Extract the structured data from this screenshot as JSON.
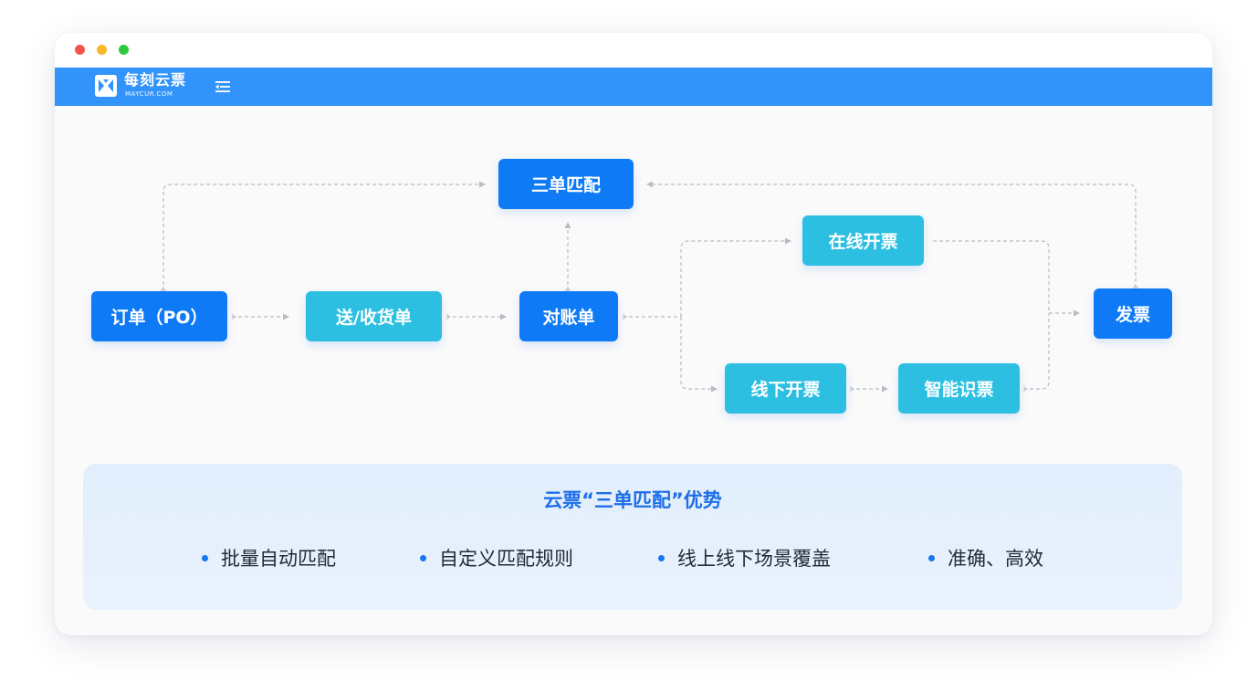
{
  "window": {
    "controls": [
      "close",
      "minimize",
      "maximize"
    ]
  },
  "app": {
    "brand": "每刻云票",
    "brand_sub": "MAYCUR.COM",
    "logo_icon": "maycur-logo-icon",
    "menu_icon": "menu-collapse-icon",
    "accent_color": "#3294fa"
  },
  "flow": {
    "nodes": {
      "three_way_match": "三单匹配",
      "order": "订单（PO）",
      "delivery": "送/收货单",
      "reconciliation": "对账单",
      "online_invoice": "在线开票",
      "offline_invoice": "线下开票",
      "smart_recognition": "智能识票",
      "invoice": "发票"
    },
    "colors": {
      "primary": "#0e7af6",
      "secondary": "#2cbfe1",
      "connector": "#b8bcc4"
    }
  },
  "advantages": {
    "title": "云票“三单匹配”优势",
    "items": [
      "批量自动匹配",
      "自定义匹配规则",
      "线上线下场景覆盖",
      "准确、高效"
    ]
  }
}
